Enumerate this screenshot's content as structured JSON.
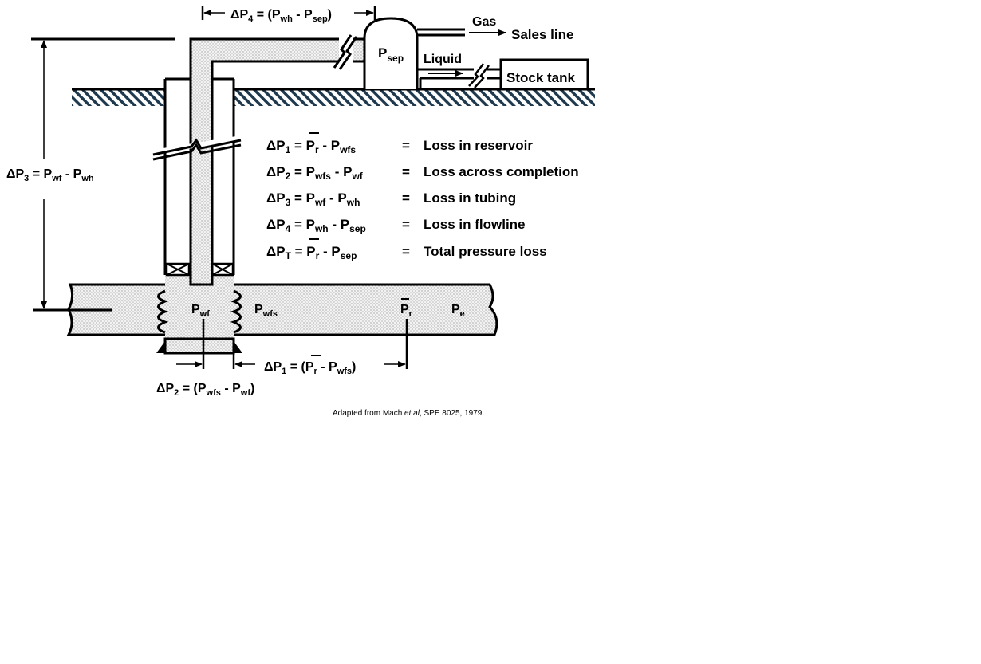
{
  "labels": {
    "dp4_top": {
      "delta": "ΔP",
      "sub1": "4",
      "eq": " = (P",
      "sub2": "wh",
      "mid": " - P",
      "sub3": "sep",
      "end": ")"
    },
    "gas": "Gas",
    "sales_line": "Sales line",
    "liquid": "Liquid",
    "stock_tank": "Stock tank",
    "psep": {
      "p": "P",
      "sub": "sep"
    },
    "dp3_left": {
      "delta": "ΔP",
      "sub1": "3",
      "eq": " = P",
      "sub2": "wf",
      "mid": " - P",
      "sub3": "wh"
    },
    "pwf": {
      "p": "P",
      "sub": "wf"
    },
    "pwfs": {
      "p": "P",
      "sub": "wfs"
    },
    "pr": {
      "p": "P",
      "sub": "r"
    },
    "pe": {
      "p": "P",
      "sub": "e"
    },
    "dp1_bottom": {
      "delta": "ΔP",
      "sub1": "1",
      "eq": " = (",
      "p1": "P",
      "sub2": "r",
      "mid": " - P",
      "sub3": "wfs",
      "end": ")"
    },
    "dp2_bottom": {
      "delta": "ΔP",
      "sub1": "2",
      "eq": " = (P",
      "sub2": "wfs",
      "mid": " - P",
      "sub3": "wf",
      "end": ")"
    }
  },
  "legend": [
    {
      "delta": "ΔP",
      "sub": "1",
      "eq": " = ",
      "t1": "P",
      "s1": "r",
      "t2": " - P",
      "s2": "wfs",
      "bar": true,
      "equals": "=",
      "desc": "Loss in reservoir"
    },
    {
      "delta": "ΔP",
      "sub": "2",
      "eq": " = ",
      "t1": "P",
      "s1": "wfs",
      "t2": " - P",
      "s2": "wf",
      "bar": false,
      "equals": "=",
      "desc": "Loss across completion"
    },
    {
      "delta": "ΔP",
      "sub": "3",
      "eq": " = ",
      "t1": "P",
      "s1": "wf",
      "t2": " - P",
      "s2": "wh",
      "bar": false,
      "equals": "=",
      "desc": "Loss in tubing"
    },
    {
      "delta": "ΔP",
      "sub": "4",
      "eq": " = ",
      "t1": "P",
      "s1": "wh",
      "t2": " - P",
      "s2": "sep",
      "bar": false,
      "equals": "=",
      "desc": "Loss in flowline"
    },
    {
      "delta": "ΔP",
      "sub": "T",
      "eq": " = ",
      "t1": "P",
      "s1": "r",
      "t2": " - P",
      "s2": "sep",
      "bar": true,
      "equals": "=",
      "desc": "Total pressure loss"
    }
  ],
  "caption": {
    "pre": "Adapted from Mach ",
    "italic": "et al",
    "post": ", SPE 8025, 1979."
  }
}
